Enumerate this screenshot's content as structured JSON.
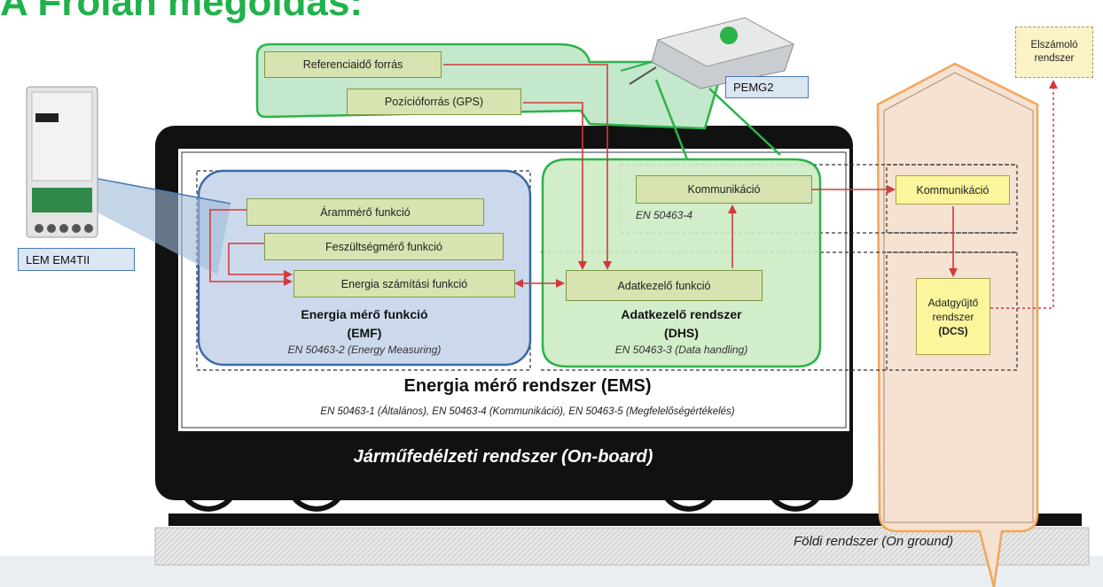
{
  "title": "A Frolan megoldás:",
  "devices": {
    "pemg2": "PEMG2",
    "pemg2_brand": "PEMG2",
    "lem": "LEM EM4TII",
    "lem_brand": "LEM"
  },
  "sources": {
    "ref_time": "Referenciaidő forrás",
    "gps": "Pozícióforrás (GPS)"
  },
  "emf": {
    "current": "Árammérő funkció",
    "voltage": "Feszültségmérő funkció",
    "energy_calc": "Energia számítási funkció",
    "title": "Energia mérő funkció",
    "abbr": "(EMF)",
    "standard": "EN 50463-2 (Energy Measuring)"
  },
  "dhs": {
    "handling": "Adatkezelő funkció",
    "title": "Adatkezelő rendszer",
    "abbr": "(DHS)",
    "standard": "EN 50463-3 (Data handling)"
  },
  "comm": {
    "label": "Kommunikáció",
    "standard": "EN 50463-4"
  },
  "ground": {
    "comm": "Kommunikáció",
    "dcs_line1": "Adatgyűjtő",
    "dcs_line2": "rendszer",
    "dcs_abbr": "(DCS)",
    "billing_line1": "Elszámoló",
    "billing_line2": "rendszer",
    "ground_label": "Földi rendszer (On ground)"
  },
  "ems": {
    "title": "Energia mérő rendszer (EMS)",
    "standards": "EN 50463-1 (Általános), EN 50463-4 (Kommunikáció), EN 50463-5 (Megfelelőségértékelés)"
  },
  "onboard": "Járműfedélzeti rendszer (On-board)",
  "colors": {
    "title_green": "#1fb24a",
    "highlight_green": "#2bb34a",
    "emf_blue": "#3b6aa6",
    "arrow_red": "#d23a3a",
    "orange": "#f2a65a"
  }
}
